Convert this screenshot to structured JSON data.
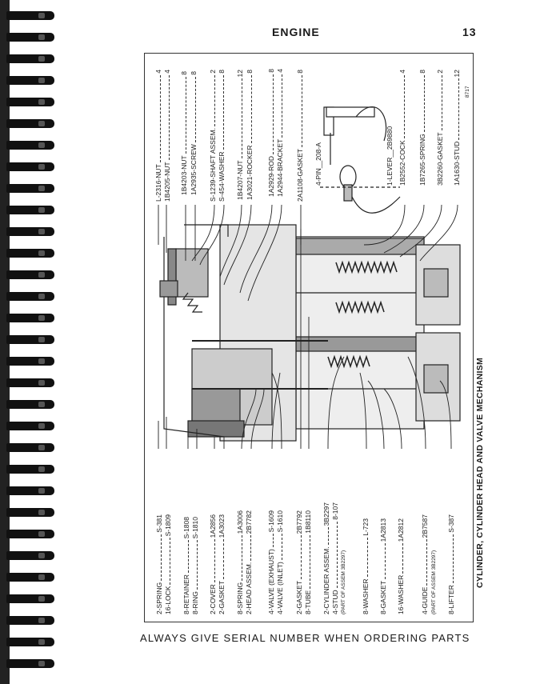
{
  "header": {
    "section": "ENGINE",
    "page_number": "13"
  },
  "caption": "CYLINDER, CYLINDER HEAD AND VALVE MECHANISM",
  "footer": "ALWAYS GIVE SERIAL NUMBER WHEN ORDERING PARTS",
  "figure_code": "8717",
  "top_labels": [
    {
      "name": "L-2316-NUT",
      "qty": "4"
    },
    {
      "name": "1B4205-NUT",
      "qty": "4"
    },
    {
      "name": "1B4203-NUT",
      "qty": "8"
    },
    {
      "name": "1A2935-SCREW",
      "qty": "8"
    },
    {
      "name": "S-1239-SHAFT ASSEM.",
      "qty": "2"
    },
    {
      "name": "S-454-WASHER",
      "qty": "8"
    },
    {
      "name": "1B4207-NUT",
      "qty": "12"
    },
    {
      "name": "1A3021-ROCKER",
      "qty": "8"
    },
    {
      "name": "1A2929-ROD",
      "qty": "8"
    },
    {
      "name": "1A2944-BRACKET",
      "qty": "4"
    },
    {
      "name": "2A1108-GASKET",
      "qty": "8"
    },
    {
      "name": "1B2552-COCK",
      "qty": "4"
    },
    {
      "name": "1B7265-SPRING",
      "qty": "8"
    },
    {
      "name": "3B2260-GASKET",
      "qty": "2"
    },
    {
      "name": "1A1630-STUD",
      "qty": "12"
    }
  ],
  "inset_labels": {
    "pin": "4-PIN__208-A",
    "lever": "1-LEVER__2B9880"
  },
  "bottom_labels": [
    {
      "name": "2-SPRING",
      "part": "S-381"
    },
    {
      "name": "16-LOCK",
      "part": "S-1809"
    },
    {
      "name": "8-RETAINER",
      "part": "S-1808"
    },
    {
      "name": "8-RING",
      "part": "S-1810"
    },
    {
      "name": "2-COVER",
      "part": "1A2856"
    },
    {
      "name": "2-GASKET",
      "part": "1A3023"
    },
    {
      "name": "8-SPRING",
      "part": "1A3006"
    },
    {
      "name": "2-HEAD ASSEM.",
      "part": "2B7782"
    },
    {
      "name": "4-VALVE (EXHAUST)",
      "part": "S-1609"
    },
    {
      "name": "4-VALVE (INLET)",
      "part": "S-1610"
    },
    {
      "name": "2-GASKET",
      "part": "2B7792"
    },
    {
      "name": "8-TUBE",
      "part": "1B8110"
    },
    {
      "name": "2-CYLINDER ASSEM.",
      "part": "3B2297"
    },
    {
      "name": "4-STUD",
      "part": "8-107"
    },
    {
      "name": "8-WASHER",
      "part": "L-723"
    },
    {
      "name": "8-GASKET",
      "part": "1A2813"
    },
    {
      "name": "16-WASHER",
      "part": "1A2812"
    },
    {
      "name": "4-GUIDE",
      "part": "2B7587"
    },
    {
      "name": "8-LIFTER",
      "part": "S-387"
    }
  ],
  "notes": {
    "stud_note": "(PART OF ASSEM 3B2297)",
    "guide_note": "(PART OF ASSEM 3B2297)"
  }
}
